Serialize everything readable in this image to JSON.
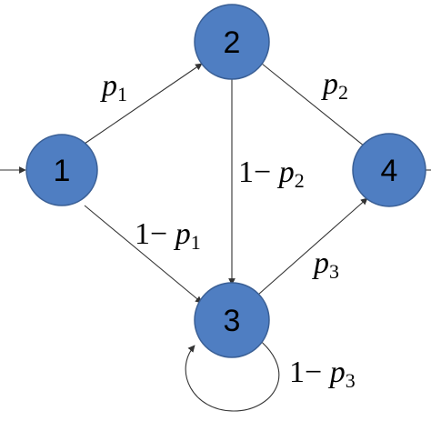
{
  "nodes": [
    {
      "id": "1",
      "label": "1",
      "color": "#4f7ec2"
    },
    {
      "id": "2",
      "label": "2",
      "color": "#4f7ec2"
    },
    {
      "id": "3",
      "label": "3",
      "color": "#4f7ec2"
    },
    {
      "id": "4",
      "label": "4",
      "color": "#4f7ec2"
    }
  ],
  "edges": [
    {
      "from": "input",
      "to": "1"
    },
    {
      "from": "1",
      "to": "2",
      "label": {
        "prefix": "",
        "var": "p",
        "sub": "1"
      }
    },
    {
      "from": "1",
      "to": "3",
      "label": {
        "prefix": "1− ",
        "var": "p",
        "sub": "1"
      }
    },
    {
      "from": "2",
      "to": "4",
      "label": {
        "prefix": "",
        "var": "p",
        "sub": "2"
      }
    },
    {
      "from": "2",
      "to": "3",
      "label": {
        "prefix": "1− ",
        "var": "p",
        "sub": "2"
      }
    },
    {
      "from": "3",
      "to": "4",
      "label": {
        "prefix": "",
        "var": "p",
        "sub": "3"
      }
    },
    {
      "from": "3",
      "to": "3",
      "label": {
        "prefix": "1− ",
        "var": "p",
        "sub": "3"
      }
    },
    {
      "from": "4",
      "to": "output"
    }
  ]
}
